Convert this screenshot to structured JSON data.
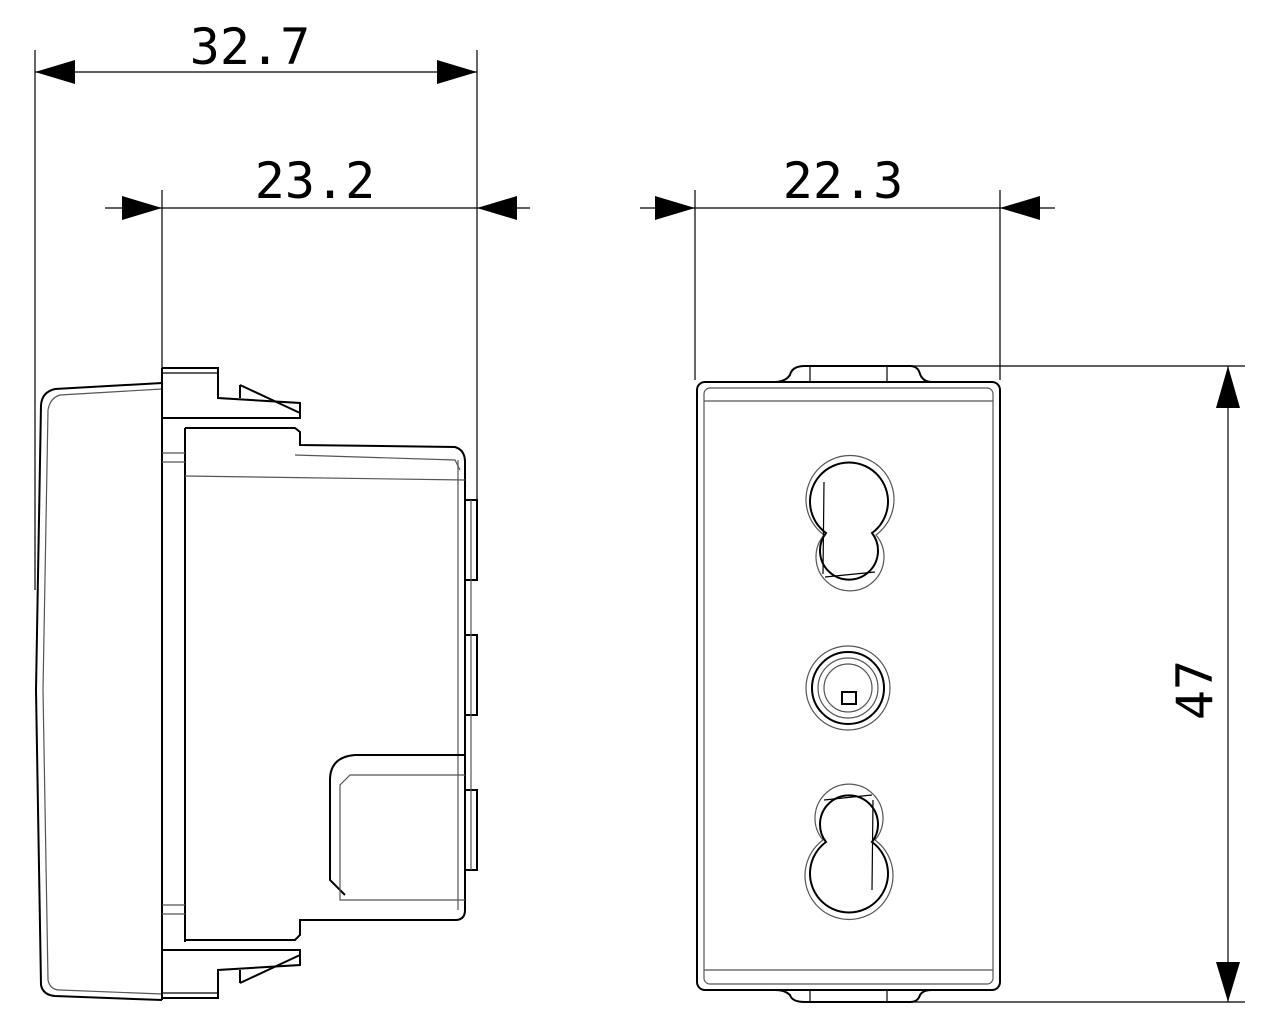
{
  "dimensions": {
    "overall_depth": "32.7",
    "body_depth": "23.2",
    "width": "22.3",
    "height": "47"
  },
  "views": [
    "side-view",
    "front-view"
  ]
}
